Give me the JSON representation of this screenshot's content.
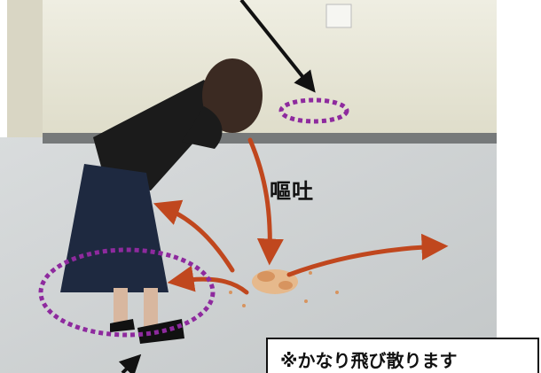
{
  "scene": {
    "label_vomit": "嘔吐",
    "caption": "※かなり飛び散ります"
  },
  "colors": {
    "arrow": "#c0471e",
    "ellipse": "#8e2a9e",
    "pointer": "#111111",
    "wall": "#e9e7d7",
    "floor": "#cfd3d4"
  },
  "icons": [
    "spread-arrow",
    "pointer-arrow",
    "dotted-ellipse"
  ]
}
